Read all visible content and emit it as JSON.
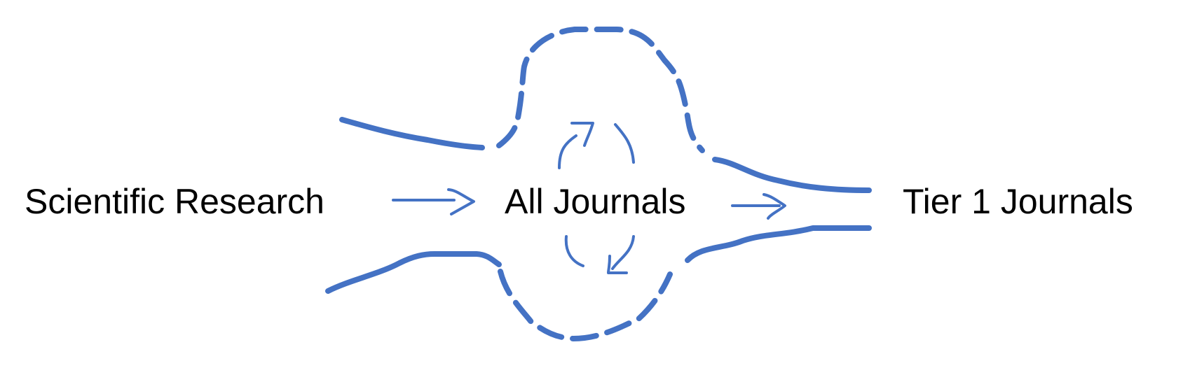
{
  "diagram": {
    "nodes": [
      {
        "id": "source",
        "label": "Scientific Research"
      },
      {
        "id": "middle",
        "label": "All Journals"
      },
      {
        "id": "target",
        "label": "Tier 1 Journals"
      }
    ],
    "edges": [
      {
        "from": "source",
        "to": "middle",
        "style": "arrow"
      },
      {
        "from": "middle",
        "to": "target",
        "style": "arrow"
      },
      {
        "from": "middle",
        "to": "middle",
        "style": "cycle"
      }
    ],
    "colors": {
      "ink": "#4472C4",
      "text": "#000000",
      "background": "#ffffff"
    }
  }
}
